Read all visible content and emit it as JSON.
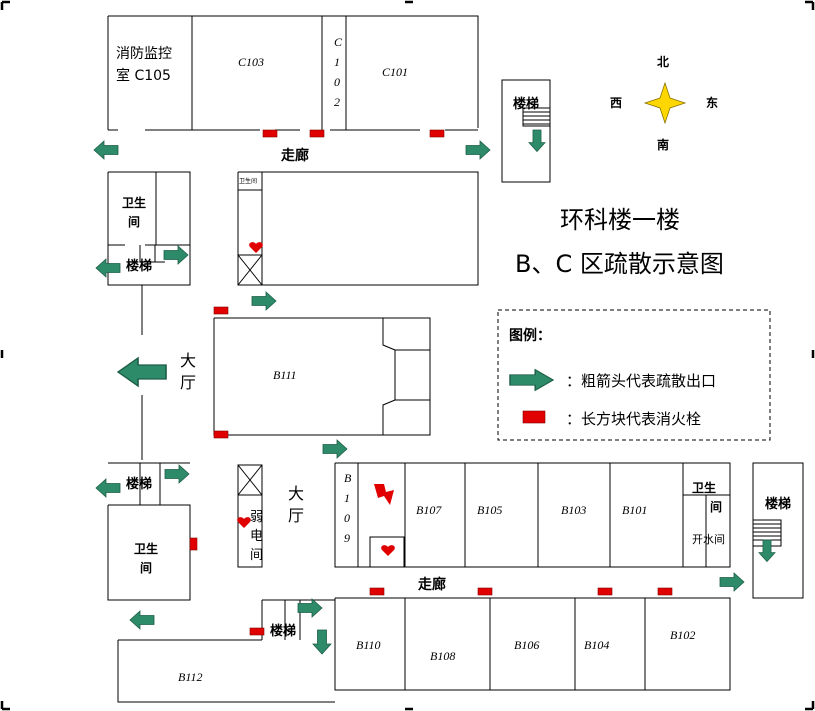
{
  "title": {
    "line1": "环科楼一楼",
    "line2": "B、C 区疏散示意图"
  },
  "compass": {
    "north": "北",
    "south": "南",
    "east": "东",
    "west": "西"
  },
  "legend": {
    "heading": "图例：",
    "arrow_label": "：粗箭头代表疏散出口",
    "hydrant_label": "：长方块代表消火栓",
    "arrow_color": "#2e8b6a",
    "hydrant_color": "#e00000"
  },
  "rooms": {
    "c105_line1": "消防监控",
    "c105_line2": "室 C105",
    "c103": "C103",
    "c102_1": "C",
    "c102_2": "1",
    "c102_3": "0",
    "c102_4": "2",
    "c101": "C101",
    "b111": "B111",
    "b109_1": "B",
    "b109_2": "1",
    "b109_3": "0",
    "b109_4": "9",
    "b107": "B107",
    "b105": "B105",
    "b103": "B103",
    "b101": "B101",
    "b110": "B110",
    "b108": "B108",
    "b106": "B106",
    "b104": "B104",
    "b102": "B102",
    "b112": "B112",
    "small_room": "卫生间"
  },
  "labels": {
    "corridor_top": "走廊",
    "corridor_bottom": "走廊",
    "stairs": "楼梯",
    "toilet_1": "卫生",
    "toilet_2": "间",
    "hall_1": "大",
    "hall_2": "厅",
    "weak_1": "弱",
    "weak_2": "电",
    "weak_3": "间",
    "boiling": "开水间"
  }
}
